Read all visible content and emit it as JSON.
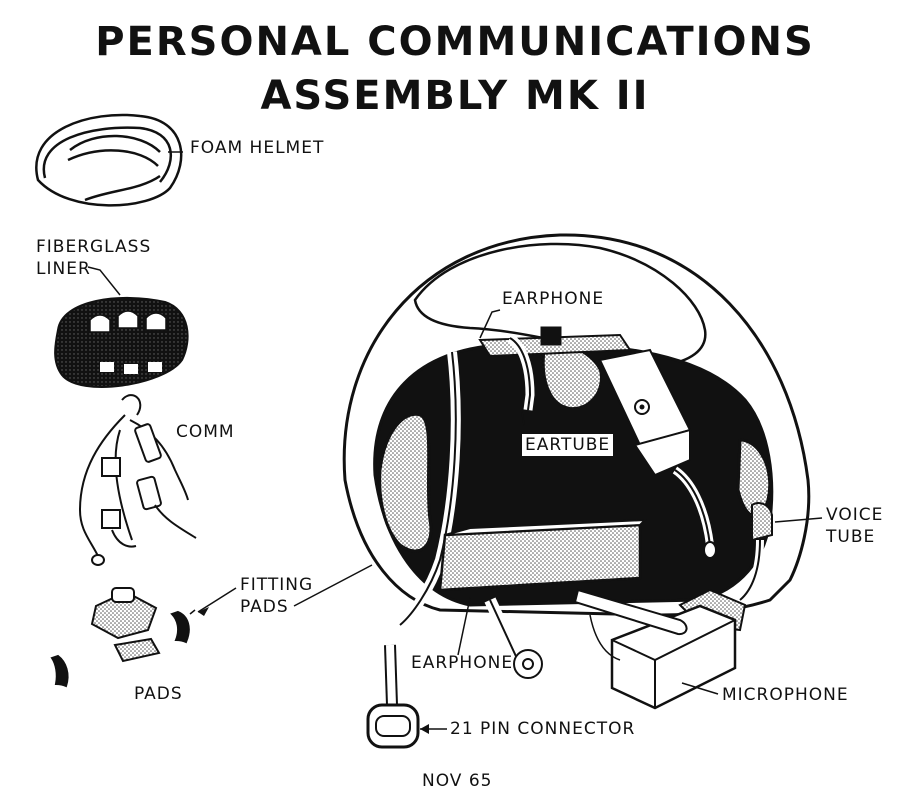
{
  "title": {
    "line1": "PERSONAL COMMUNICATIONS",
    "line2": "ASSEMBLY MK II"
  },
  "labels": {
    "foam_helmet": "FOAM HELMET",
    "fiberglass_line1": "FIBERGLASS",
    "fiberglass_line2": "LINER",
    "comm": "COMM",
    "fitting_line1": "FITTING",
    "fitting_line2": "PADS",
    "pads": "PADS",
    "earphone_top": "EARPHONE",
    "eartube": "EARTUBE",
    "voice_line1": "VOICE",
    "voice_line2": "TUBE",
    "earphone_bottom": "EARPHONE",
    "microphone": "MICROPHONE",
    "connector": "21 PIN CONNECTOR"
  },
  "date": "NOV 65",
  "colors": {
    "ink": "#111111",
    "paper": "#ffffff",
    "shade": "#d9d9d9"
  }
}
